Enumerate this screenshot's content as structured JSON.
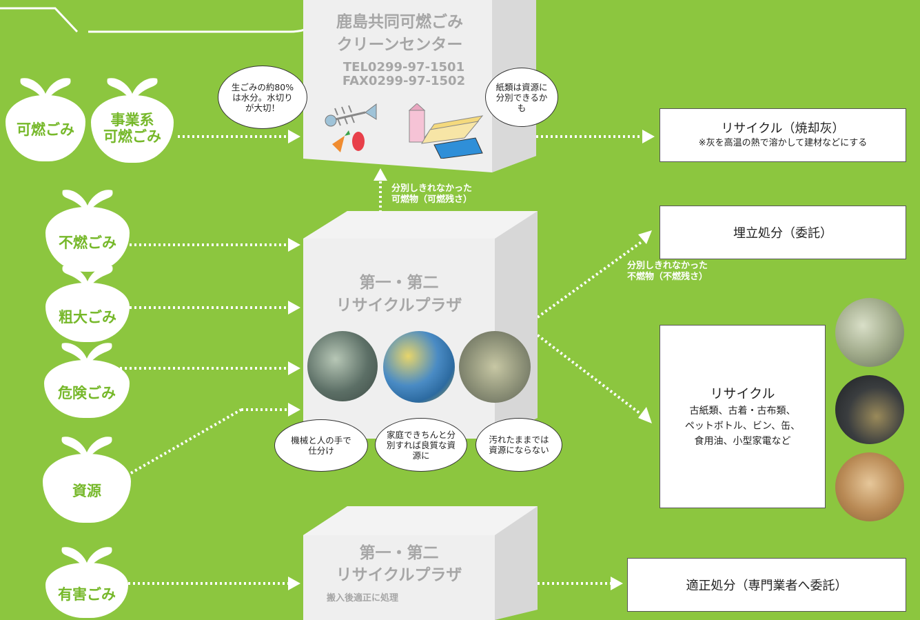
{
  "colors": {
    "background": "#8cc63f",
    "bag_text": "#76b82a",
    "box_text": "#a6a6a6"
  },
  "bags": {
    "kanen": "可燃ごみ",
    "jigyo_line1": "事業系",
    "jigyo_line2": "可燃ごみ",
    "funen": "不燃ごみ",
    "sodai": "粗大ごみ",
    "kiken": "危険ごみ",
    "shigen": "資源",
    "yugai": "有害ごみ"
  },
  "facility1": {
    "line1": "鹿島共同可燃ごみ",
    "line2": "クリーンセンター",
    "tel": "TEL0299-97-1501",
    "fax": "FAX0299-97-1502",
    "bubble_left": "生ごみの約80%は水分。水切りが大切！",
    "bubble_right": "紙類は資源に分別できるかも"
  },
  "facility2": {
    "line1": "第一・第二",
    "line2": "リサイクルプラザ",
    "bubble1": "機械と人の手で仕分け",
    "bubble2": "家庭できちんと分別すれば良質な資源に",
    "bubble3": "汚れたままでは資源にならない"
  },
  "facility3": {
    "line1": "第一・第二",
    "line2": "リサイクルプラザ",
    "sub": "搬入後適正に処理"
  },
  "notes": {
    "kanen_zan_1": "分別しきれなかった",
    "kanen_zan_2": "可燃物（可燃残さ）",
    "funen_zan_1": "分別しきれなかった",
    "funen_zan_2": "不燃物（不燃残さ）"
  },
  "results": {
    "recycle_ash_title": "リサイクル（焼却灰）",
    "recycle_ash_note": "※灰を高温の熱で溶かして建材などにする",
    "landfill": "埋立処分（委託）",
    "recycle_title": "リサイクル",
    "recycle_items_1": "古紙類、古着・古布類、",
    "recycle_items_2": "ペットボトル、ビン、缶、",
    "recycle_items_3": "食用油、小型家電など",
    "proper": "適正処分（専門業者へ委託）"
  }
}
